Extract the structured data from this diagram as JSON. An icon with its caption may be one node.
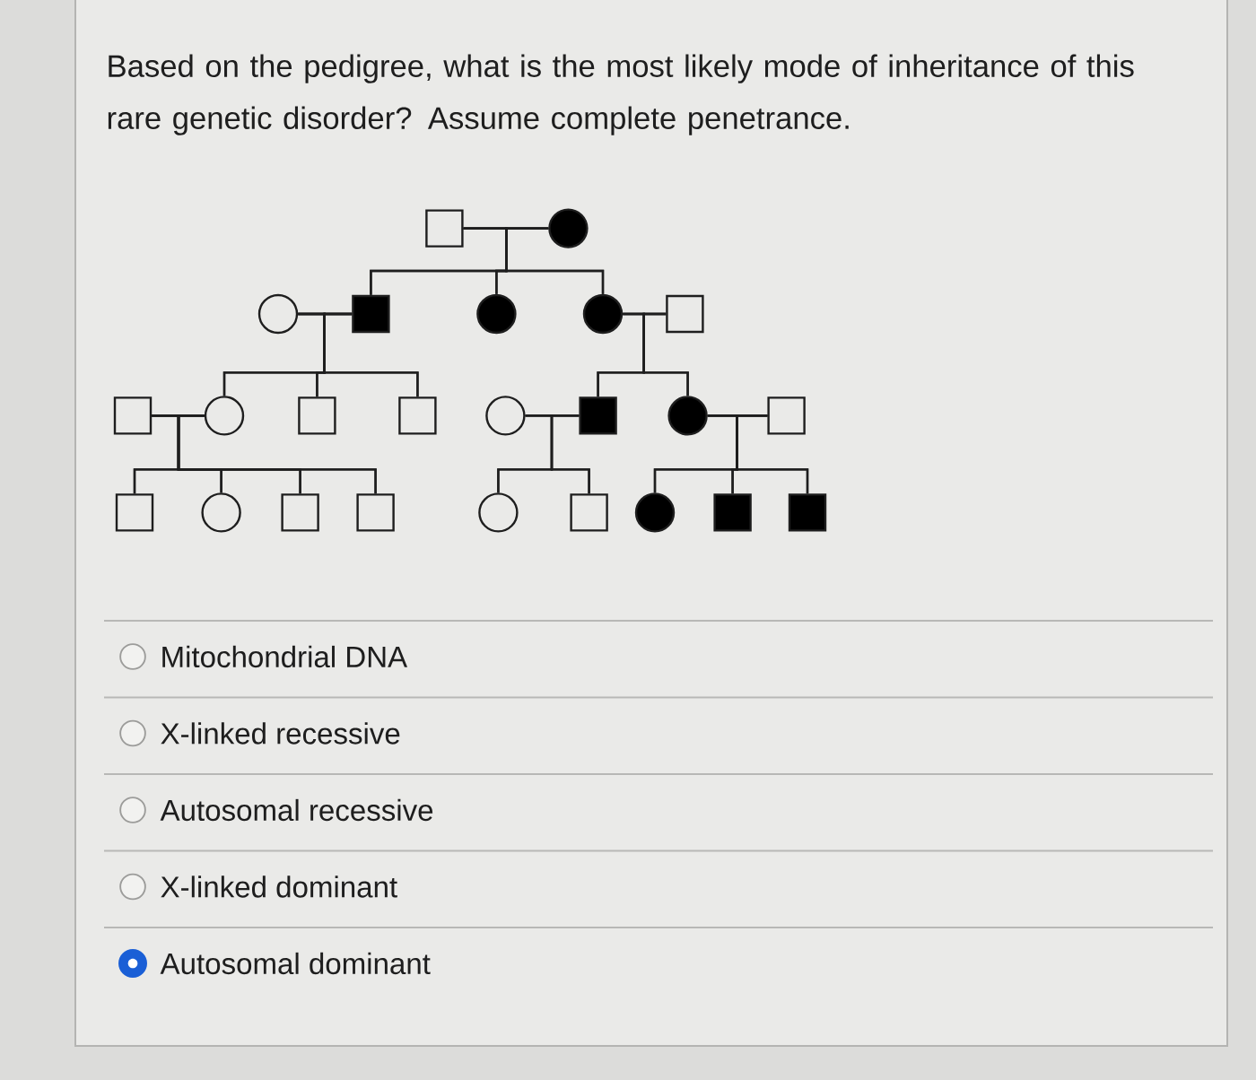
{
  "diagram": {
    "title": "Based on the pedigree, what is the most likely mode of inheritance of this rare genetic disorder? Assume complete penetrance.",
    "nodes": [
      {
        "text": [],
        "shape": "box"
      },
      {
        "text": [],
        "shape": "dot"
      },
      {
        "text": [],
        "shape": "circle"
      },
      {
        "text": [],
        "shape": "block"
      },
      {
        "text": [],
        "shape": "dot"
      },
      {
        "text": [],
        "shape": "dot"
      },
      {
        "text": [],
        "shape": "box"
      },
      {
        "text": [],
        "shape": "box"
      },
      {
        "text": [],
        "shape": "circle"
      },
      {
        "text": [],
        "shape": "box"
      },
      {
        "text": [],
        "shape": "box"
      },
      {
        "text": [],
        "shape": "circle"
      },
      {
        "text": [],
        "shape": "block"
      },
      {
        "text": [],
        "shape": "dot"
      },
      {
        "text": [],
        "shape": "box"
      },
      {
        "text": [],
        "shape": "box"
      },
      {
        "text": [],
        "shape": "circle"
      },
      {
        "text": [],
        "shape": "box"
      },
      {
        "text": [],
        "shape": "box"
      },
      {
        "text": [],
        "shape": "circle"
      },
      {
        "text": [],
        "shape": "box"
      },
      {
        "text": [],
        "shape": "dot"
      },
      {
        "text": [],
        "shape": "block"
      },
      {
        "text": [],
        "shape": "block"
      }
    ],
    "edges": [
      {
        "from": 0,
        "to": 1,
        "arrow": "none"
      },
      {
        "from": 0,
        "to": 3,
        "arrow": "none"
      },
      {
        "from": 1,
        "to": 3,
        "arrow": "none"
      },
      {
        "from": 0,
        "to": 4,
        "arrow": "none"
      },
      {
        "from": 1,
        "to": 4,
        "arrow": "none"
      },
      {
        "from": 0,
        "to": 5,
        "arrow": "none"
      },
      {
        "from": 1,
        "to": 5,
        "arrow": "none"
      },
      {
        "from": 2,
        "to": 3,
        "arrow": "none"
      },
      {
        "from": 2,
        "to": 8,
        "arrow": "none"
      },
      {
        "from": 3,
        "to": 8,
        "arrow": "none"
      },
      {
        "from": 2,
        "to": 9,
        "arrow": "none"
      },
      {
        "from": 3,
        "to": 9,
        "arrow": "none"
      },
      {
        "from": 2,
        "to": 10,
        "arrow": "none"
      },
      {
        "from": 3,
        "to": 10,
        "arrow": "none"
      },
      {
        "from": 5,
        "to": 6,
        "arrow": "none"
      },
      {
        "from": 5,
        "to": 12,
        "arrow": "none"
      },
      {
        "from": 6,
        "to": 12,
        "arrow": "none"
      },
      {
        "from": 5,
        "to": 13,
        "arrow": "none"
      },
      {
        "from": 6,
        "to": 13,
        "arrow": "none"
      },
      {
        "from": 7,
        "to": 8,
        "arrow": "none"
      },
      {
        "from": 7,
        "to": 15,
        "arrow": "none"
      },
      {
        "from": 8,
        "to": 15,
        "arrow": "none"
      },
      {
        "from": 7,
        "to": 16,
        "arrow": "none"
      },
      {
        "from": 8,
        "to": 16,
        "arrow": "none"
      },
      {
        "from": 7,
        "to": 17,
        "arrow": "none"
      },
      {
        "from": 8,
        "to": 17,
        "arrow": "none"
      },
      {
        "from": 7,
        "to": 18,
        "arrow": "none"
      },
      {
        "from": 8,
        "to": 18,
        "arrow": "none"
      },
      {
        "from": 11,
        "to": 12,
        "arrow": "none"
      },
      {
        "from": 11,
        "to": 19,
        "arrow": "none"
      },
      {
        "from": 12,
        "to": 19,
        "arrow": "none"
      },
      {
        "from": 11,
        "to": 20,
        "arrow": "none"
      },
      {
        "from": 12,
        "to": 20,
        "arrow": "none"
      },
      {
        "from": 13,
        "to": 14,
        "arrow": "none"
      },
      {
        "from": 13,
        "to": 21,
        "arrow": "none"
      },
      {
        "from": 14,
        "to": 21,
        "arrow": "none"
      },
      {
        "from": 13,
        "to": 22,
        "arrow": "none"
      },
      {
        "from": 14,
        "to": 22,
        "arrow": "none"
      },
      {
        "from": 13,
        "to": 23,
        "arrow": "none"
      },
      {
        "from": 14,
        "to": 23,
        "arrow": "none"
      }
    ],
    "labels": [
      "Mitochondrial DNA",
      "X-linked recessive",
      "Autosomal recessive",
      "X-linked dominant",
      "Autosomal dominant"
    ]
  }
}
